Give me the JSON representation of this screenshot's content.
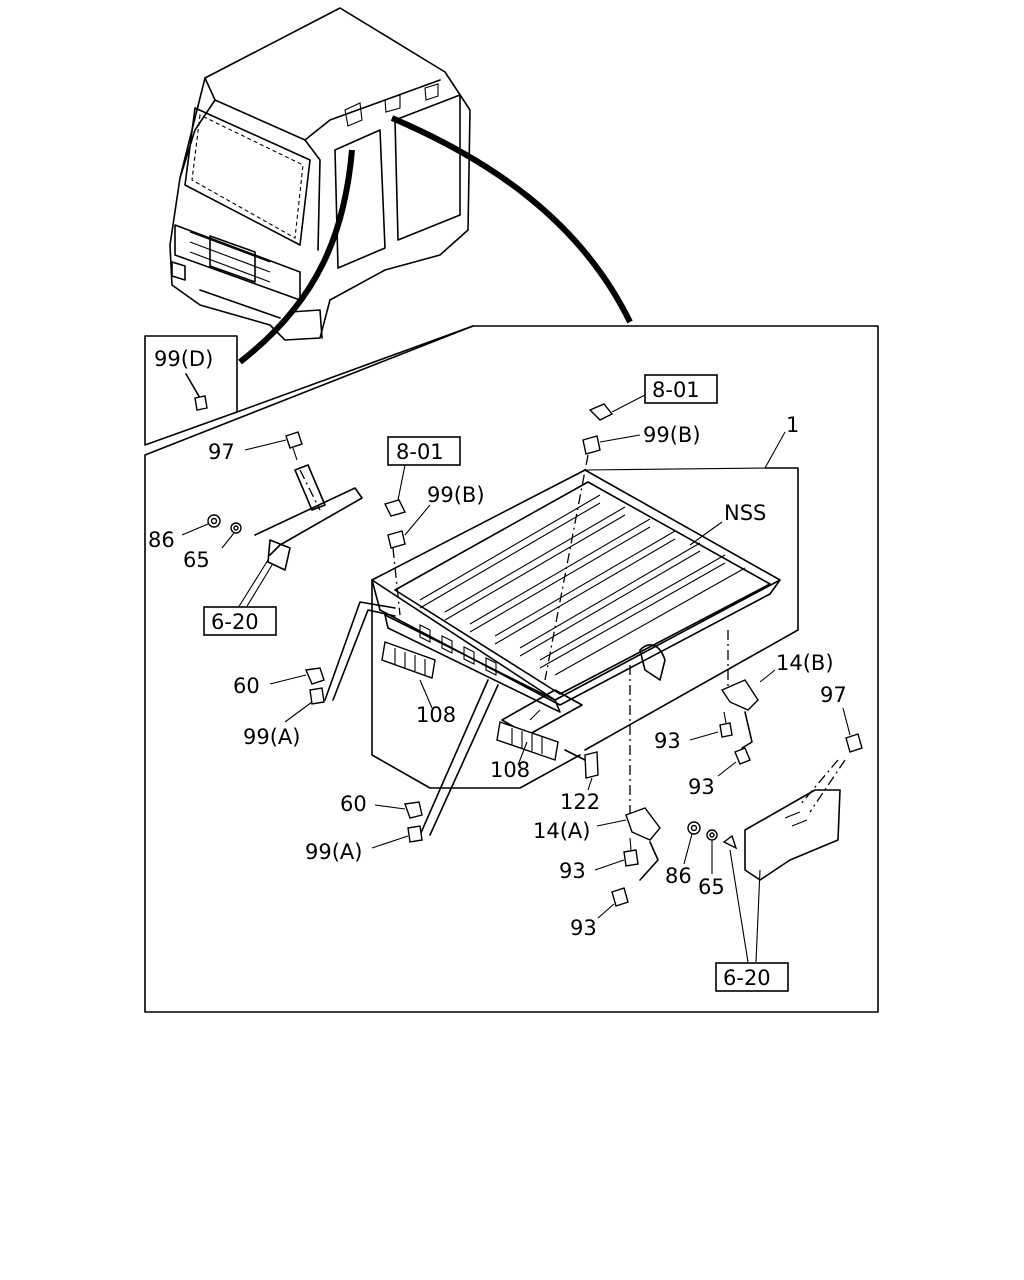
{
  "labels": {
    "p1": "1",
    "nss": "NSS",
    "ref_801_a": "8-01",
    "ref_801_b": "8-01",
    "p99b_a": "99(B)",
    "p99b_b": "99(B)",
    "p99d": "99(D)",
    "p97_a": "97",
    "p97_b": "97",
    "p86_a": "86",
    "p86_b": "86",
    "p65_a": "65",
    "p65_b": "65",
    "ref_620_a": "6-20",
    "ref_620_b": "6-20",
    "p60_a": "60",
    "p60_b": "60",
    "p99a_a": "99(A)",
    "p99a_b": "99(A)",
    "p108_a": "108",
    "p108_b": "108",
    "p14b": "14(B)",
    "p14a": "14(A)",
    "p93_a": "93",
    "p93_b": "93",
    "p93_c": "93",
    "p93_d": "93",
    "p122": "122"
  }
}
